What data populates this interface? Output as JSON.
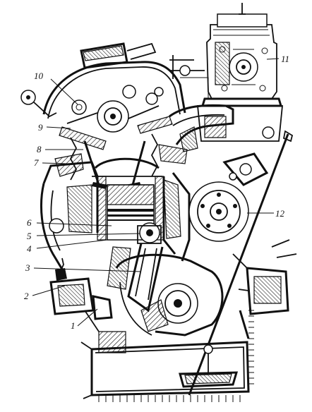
{
  "callouts": [
    {
      "id": "c1",
      "label": "1"
    },
    {
      "id": "c2",
      "label": "2"
    },
    {
      "id": "c3",
      "label": "3"
    },
    {
      "id": "c4",
      "label": "4"
    },
    {
      "id": "c5",
      "label": "5"
    },
    {
      "id": "c6",
      "label": "6"
    },
    {
      "id": "c7",
      "label": "7"
    },
    {
      "id": "c8",
      "label": "8"
    },
    {
      "id": "c9",
      "label": "9"
    },
    {
      "id": "c10",
      "label": "10"
    },
    {
      "id": "c11",
      "label": "11"
    },
    {
      "id": "c12",
      "label": "12"
    }
  ]
}
